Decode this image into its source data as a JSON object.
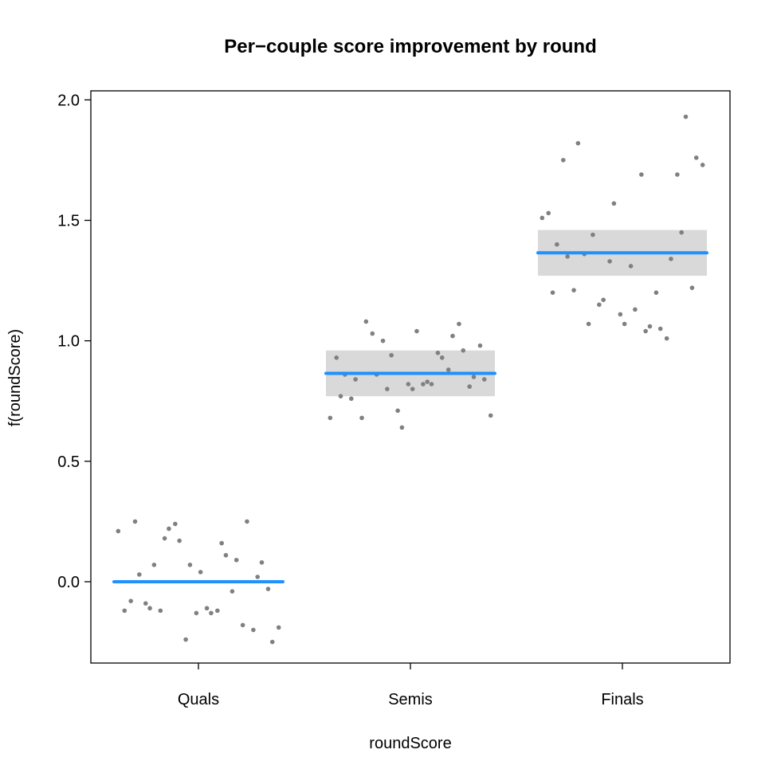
{
  "chart_data": {
    "type": "scatter",
    "title": "Per−couple score improvement by round",
    "xlabel": "roundScore",
    "ylabel": "f(roundScore)",
    "categories": [
      "Quals",
      "Semis",
      "Finals"
    ],
    "ylim": [
      -0.3375,
      2.0375
    ],
    "yticks": [
      0.0,
      0.5,
      1.0,
      1.5,
      2.0
    ],
    "ytick_labels": [
      "0.0",
      "0.5",
      "1.0",
      "1.5",
      "2.0"
    ],
    "grid": false,
    "effects": [
      {
        "category": "Quals",
        "fit": 0.0,
        "lower": 0.0,
        "upper": 0.0
      },
      {
        "category": "Semis",
        "fit": 0.865,
        "lower": 0.77,
        "upper": 0.96
      },
      {
        "category": "Finals",
        "fit": 1.365,
        "lower": 1.27,
        "upper": 1.46
      }
    ],
    "points": [
      {
        "category": "Quals",
        "x": -0.38,
        "y": 0.21
      },
      {
        "category": "Quals",
        "x": -0.35,
        "y": -0.12
      },
      {
        "category": "Quals",
        "x": -0.32,
        "y": -0.08
      },
      {
        "category": "Quals",
        "x": -0.3,
        "y": 0.25
      },
      {
        "category": "Quals",
        "x": -0.28,
        "y": 0.03
      },
      {
        "category": "Quals",
        "x": -0.25,
        "y": -0.09
      },
      {
        "category": "Quals",
        "x": -0.23,
        "y": -0.11
      },
      {
        "category": "Quals",
        "x": -0.21,
        "y": 0.07
      },
      {
        "category": "Quals",
        "x": -0.18,
        "y": -0.12
      },
      {
        "category": "Quals",
        "x": -0.16,
        "y": 0.18
      },
      {
        "category": "Quals",
        "x": -0.14,
        "y": 0.22
      },
      {
        "category": "Quals",
        "x": -0.11,
        "y": 0.24
      },
      {
        "category": "Quals",
        "x": -0.09,
        "y": 0.17
      },
      {
        "category": "Quals",
        "x": -0.06,
        "y": -0.24
      },
      {
        "category": "Quals",
        "x": -0.04,
        "y": 0.07
      },
      {
        "category": "Quals",
        "x": -0.01,
        "y": -0.13
      },
      {
        "category": "Quals",
        "x": 0.01,
        "y": 0.04
      },
      {
        "category": "Quals",
        "x": 0.04,
        "y": -0.11
      },
      {
        "category": "Quals",
        "x": 0.06,
        "y": -0.13
      },
      {
        "category": "Quals",
        "x": 0.09,
        "y": -0.12
      },
      {
        "category": "Quals",
        "x": 0.11,
        "y": 0.16
      },
      {
        "category": "Quals",
        "x": 0.13,
        "y": 0.11
      },
      {
        "category": "Quals",
        "x": 0.16,
        "y": -0.04
      },
      {
        "category": "Quals",
        "x": 0.18,
        "y": 0.09
      },
      {
        "category": "Quals",
        "x": 0.21,
        "y": -0.18
      },
      {
        "category": "Quals",
        "x": 0.23,
        "y": 0.25
      },
      {
        "category": "Quals",
        "x": 0.26,
        "y": -0.2
      },
      {
        "category": "Quals",
        "x": 0.28,
        "y": 0.02
      },
      {
        "category": "Quals",
        "x": 0.3,
        "y": 0.08
      },
      {
        "category": "Quals",
        "x": 0.33,
        "y": -0.03
      },
      {
        "category": "Quals",
        "x": 0.35,
        "y": -0.25
      },
      {
        "category": "Quals",
        "x": 0.38,
        "y": -0.19
      },
      {
        "category": "Semis",
        "x": -0.38,
        "y": 0.68
      },
      {
        "category": "Semis",
        "x": -0.35,
        "y": 0.93
      },
      {
        "category": "Semis",
        "x": -0.33,
        "y": 0.77
      },
      {
        "category": "Semis",
        "x": -0.31,
        "y": 0.86
      },
      {
        "category": "Semis",
        "x": -0.28,
        "y": 0.76
      },
      {
        "category": "Semis",
        "x": -0.26,
        "y": 0.84
      },
      {
        "category": "Semis",
        "x": -0.23,
        "y": 0.68
      },
      {
        "category": "Semis",
        "x": -0.21,
        "y": 1.08
      },
      {
        "category": "Semis",
        "x": -0.18,
        "y": 1.03
      },
      {
        "category": "Semis",
        "x": -0.16,
        "y": 0.86
      },
      {
        "category": "Semis",
        "x": -0.13,
        "y": 1.0
      },
      {
        "category": "Semis",
        "x": -0.11,
        "y": 0.8
      },
      {
        "category": "Semis",
        "x": -0.09,
        "y": 0.94
      },
      {
        "category": "Semis",
        "x": -0.06,
        "y": 0.71
      },
      {
        "category": "Semis",
        "x": -0.04,
        "y": 0.64
      },
      {
        "category": "Semis",
        "x": -0.01,
        "y": 0.82
      },
      {
        "category": "Semis",
        "x": 0.01,
        "y": 0.8
      },
      {
        "category": "Semis",
        "x": 0.03,
        "y": 1.04
      },
      {
        "category": "Semis",
        "x": 0.06,
        "y": 0.82
      },
      {
        "category": "Semis",
        "x": 0.08,
        "y": 0.83
      },
      {
        "category": "Semis",
        "x": 0.1,
        "y": 0.82
      },
      {
        "category": "Semis",
        "x": 0.13,
        "y": 0.95
      },
      {
        "category": "Semis",
        "x": 0.15,
        "y": 0.93
      },
      {
        "category": "Semis",
        "x": 0.18,
        "y": 0.88
      },
      {
        "category": "Semis",
        "x": 0.2,
        "y": 1.02
      },
      {
        "category": "Semis",
        "x": 0.23,
        "y": 1.07
      },
      {
        "category": "Semis",
        "x": 0.25,
        "y": 0.96
      },
      {
        "category": "Semis",
        "x": 0.28,
        "y": 0.81
      },
      {
        "category": "Semis",
        "x": 0.3,
        "y": 0.85
      },
      {
        "category": "Semis",
        "x": 0.33,
        "y": 0.98
      },
      {
        "category": "Semis",
        "x": 0.35,
        "y": 0.84
      },
      {
        "category": "Semis",
        "x": 0.38,
        "y": 0.69
      },
      {
        "category": "Finals",
        "x": -0.38,
        "y": 1.51
      },
      {
        "category": "Finals",
        "x": -0.35,
        "y": 1.53
      },
      {
        "category": "Finals",
        "x": -0.33,
        "y": 1.2
      },
      {
        "category": "Finals",
        "x": -0.31,
        "y": 1.4
      },
      {
        "category": "Finals",
        "x": -0.28,
        "y": 1.75
      },
      {
        "category": "Finals",
        "x": -0.26,
        "y": 1.35
      },
      {
        "category": "Finals",
        "x": -0.23,
        "y": 1.21
      },
      {
        "category": "Finals",
        "x": -0.21,
        "y": 1.82
      },
      {
        "category": "Finals",
        "x": -0.18,
        "y": 1.36
      },
      {
        "category": "Finals",
        "x": -0.16,
        "y": 1.07
      },
      {
        "category": "Finals",
        "x": -0.14,
        "y": 1.44
      },
      {
        "category": "Finals",
        "x": -0.11,
        "y": 1.15
      },
      {
        "category": "Finals",
        "x": -0.09,
        "y": 1.17
      },
      {
        "category": "Finals",
        "x": -0.06,
        "y": 1.33
      },
      {
        "category": "Finals",
        "x": -0.04,
        "y": 1.57
      },
      {
        "category": "Finals",
        "x": -0.01,
        "y": 1.11
      },
      {
        "category": "Finals",
        "x": 0.01,
        "y": 1.07
      },
      {
        "category": "Finals",
        "x": 0.04,
        "y": 1.31
      },
      {
        "category": "Finals",
        "x": 0.06,
        "y": 1.13
      },
      {
        "category": "Finals",
        "x": 0.09,
        "y": 1.69
      },
      {
        "category": "Finals",
        "x": 0.11,
        "y": 1.04
      },
      {
        "category": "Finals",
        "x": 0.13,
        "y": 1.06
      },
      {
        "category": "Finals",
        "x": 0.16,
        "y": 1.2
      },
      {
        "category": "Finals",
        "x": 0.18,
        "y": 1.05
      },
      {
        "category": "Finals",
        "x": 0.21,
        "y": 1.01
      },
      {
        "category": "Finals",
        "x": 0.23,
        "y": 1.34
      },
      {
        "category": "Finals",
        "x": 0.26,
        "y": 1.69
      },
      {
        "category": "Finals",
        "x": 0.28,
        "y": 1.45
      },
      {
        "category": "Finals",
        "x": 0.3,
        "y": 1.93
      },
      {
        "category": "Finals",
        "x": 0.33,
        "y": 1.22
      },
      {
        "category": "Finals",
        "x": 0.35,
        "y": 1.76
      },
      {
        "category": "Finals",
        "x": 0.38,
        "y": 1.73
      }
    ],
    "colors": {
      "fit_line": "#1E90FF",
      "ci_band": "#D9D9D9",
      "points": "#808080",
      "axis": "#000000"
    }
  }
}
